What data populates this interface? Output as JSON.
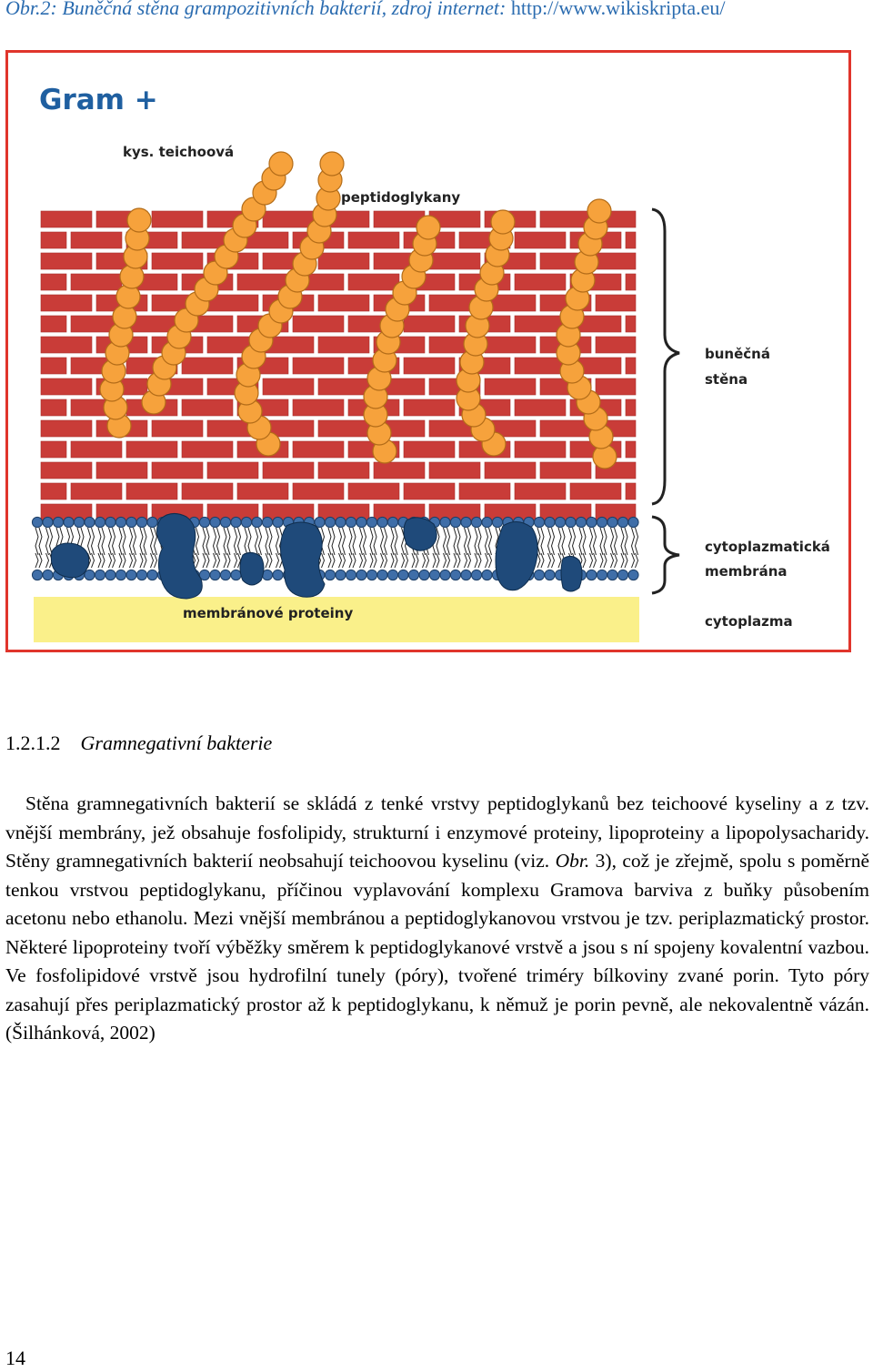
{
  "caption": {
    "label": "Obr.2:",
    "text": "Buněčná stěna grampozitivních bakterií, zdroj internet:",
    "url": "http://www.wikiskripta.eu/"
  },
  "figure": {
    "title": "Gram +",
    "labels": {
      "teichoic": "kys. teichoová",
      "peptidoglycan": "peptidoglykany",
      "cell_wall_1": "buněčná",
      "cell_wall_2": "stěna",
      "membrane_1": "cytoplazmatická",
      "membrane_2": "membrána",
      "proteins": "membránové proteiny",
      "cytoplasm": "cytoplazma"
    },
    "colors": {
      "brick": "#c93c38",
      "brick_mortar": "#ffffff",
      "teichoic_bead": "#f6a23c",
      "lipid_head": "#3f6ea8",
      "protein": "#1f4a7a",
      "cytoplasm": "#faf08a",
      "title": "#1f5fa0",
      "frame": "#e0352c"
    }
  },
  "section": {
    "number": "1.2.1.2",
    "title": "Gramnegativní bakterie"
  },
  "paragraph": {
    "part1": "Stěna gramnegativních bakterií se skládá z tenké vrstvy peptidoglykanů bez teichoové kyseliny a z tzv. vnější membrány, jež obsahuje fosfolipidy, strukturní i enzymové proteiny, lipoproteiny a lipopolysacharidy. Stěny gramnegativních bakterií neobsahují teichoovou kyselinu (viz. ",
    "ref_italic": "Obr.",
    "part2": " 3), což je zřejmě, spolu s poměrně tenkou vrstvou peptidoglykanu, příčinou vyplavování komplexu Gramova barviva z buňky působením acetonu nebo ethanolu. Mezi vnější membránou a peptidoglykanovou vrstvou je tzv. periplazmatický prostor. Některé lipoproteiny tvoří výběžky směrem k peptidoglykanové vrstvě a jsou s ní spojeny kovalentní vazbou. Ve fosfolipidové vrstvě jsou hydrofilní tunely (póry), tvořené triméry bílkoviny zvané porin. Tyto póry zasahují přes periplazmatický prostor až k peptidoglykanu, k němuž je porin pevně, ale nekovalentně vázán. (Šilhánková, 2002)"
  },
  "page_number": "14"
}
